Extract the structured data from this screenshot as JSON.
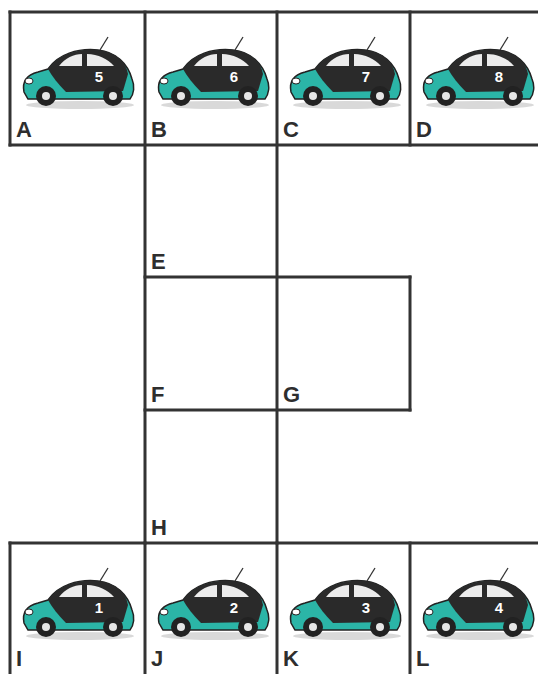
{
  "diagram": {
    "nodes": [
      {
        "text": [
          "5",
          "A"
        ]
      },
      {
        "text": [
          "6",
          "B"
        ]
      },
      {
        "text": [
          "7",
          "C"
        ]
      },
      {
        "text": [
          "8",
          "D"
        ]
      },
      {
        "text": [
          "E"
        ]
      },
      {
        "text": [
          "F"
        ]
      },
      {
        "text": [
          "G"
        ]
      },
      {
        "text": [
          "H"
        ]
      },
      {
        "text": [
          "1",
          "I"
        ]
      },
      {
        "text": [
          "2",
          "J"
        ]
      },
      {
        "text": [
          "3",
          "K"
        ]
      },
      {
        "text": [
          "4",
          "L"
        ]
      }
    ]
  }
}
